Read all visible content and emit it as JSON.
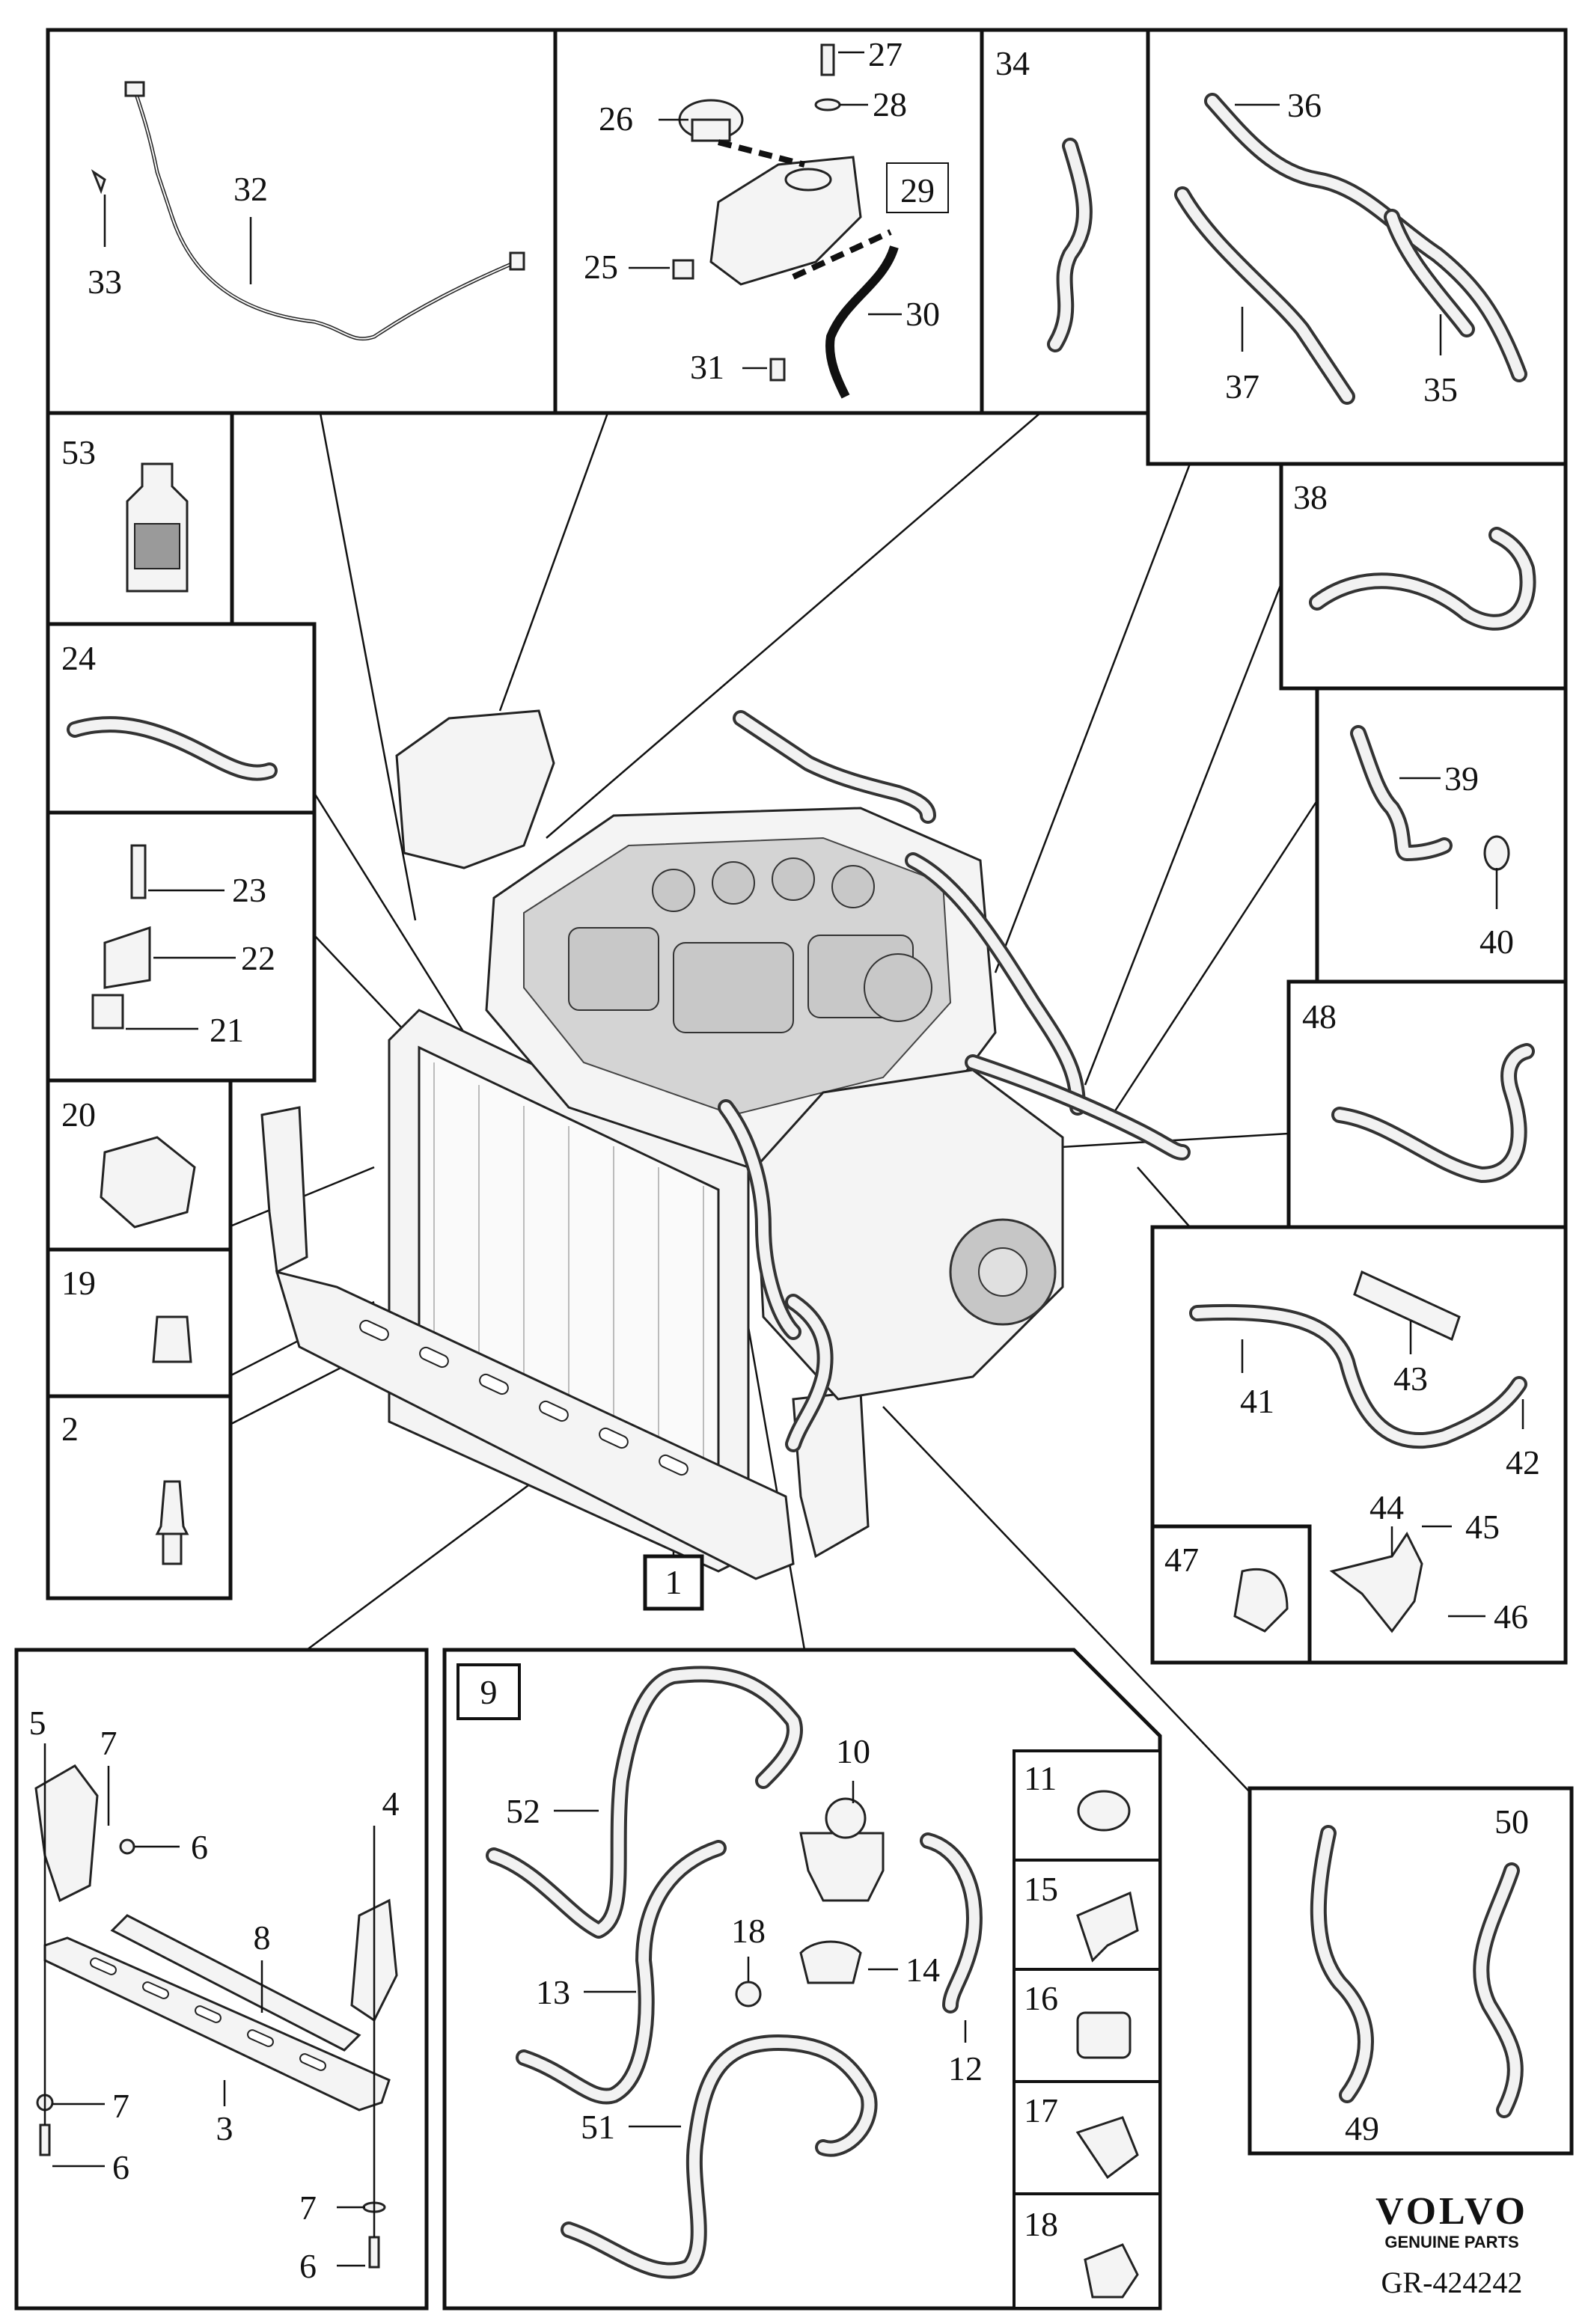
{
  "brand": {
    "name": "VOLVO",
    "subtitle": "GENUINE PARTS"
  },
  "reference": "GR-424242",
  "callouts": {
    "c1": "1",
    "c2": "2",
    "c3": "3",
    "c4": "4",
    "c5": "5",
    "c6a": "6",
    "c6b": "6",
    "c6c": "6",
    "c7a": "7",
    "c7b": "7",
    "c7c": "7",
    "c8": "8",
    "c9": "9",
    "c10": "10",
    "c11": "11",
    "c12": "12",
    "c13": "13",
    "c14": "14",
    "c15": "15",
    "c16": "16",
    "c17": "17",
    "c18a": "18",
    "c18b": "18",
    "c19": "19",
    "c20": "20",
    "c21": "21",
    "c22": "22",
    "c23": "23",
    "c24": "24",
    "c25": "25",
    "c26": "26",
    "c27": "27",
    "c28": "28",
    "c29": "29",
    "c30": "30",
    "c31": "31",
    "c32": "32",
    "c33": "33",
    "c34": "34",
    "c35": "35",
    "c36": "36",
    "c37": "37",
    "c38": "38",
    "c39": "39",
    "c40": "40",
    "c41": "41",
    "c42": "42",
    "c43": "43",
    "c44": "44",
    "c45": "45",
    "c46": "46",
    "c47": "47",
    "c48": "48",
    "c49": "49",
    "c50": "50",
    "c51": "51",
    "c52": "52",
    "c53": "53"
  },
  "colors": {
    "line": "#111111",
    "part_fill": "#f4f4f4",
    "shade": "#9a9a9a"
  }
}
